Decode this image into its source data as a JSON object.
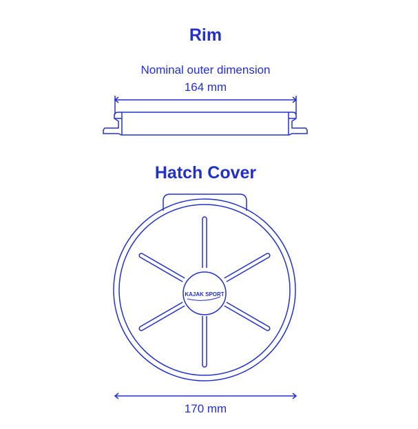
{
  "rim": {
    "title": "Rim",
    "dimension_label": "Nominal outer dimension",
    "dimension_value": "164 mm"
  },
  "hatch_cover": {
    "title": "Hatch Cover",
    "dimension_value": "170 mm",
    "logo_text": "KAJAK SPORT"
  },
  "colors": {
    "line": "#2230c8"
  }
}
